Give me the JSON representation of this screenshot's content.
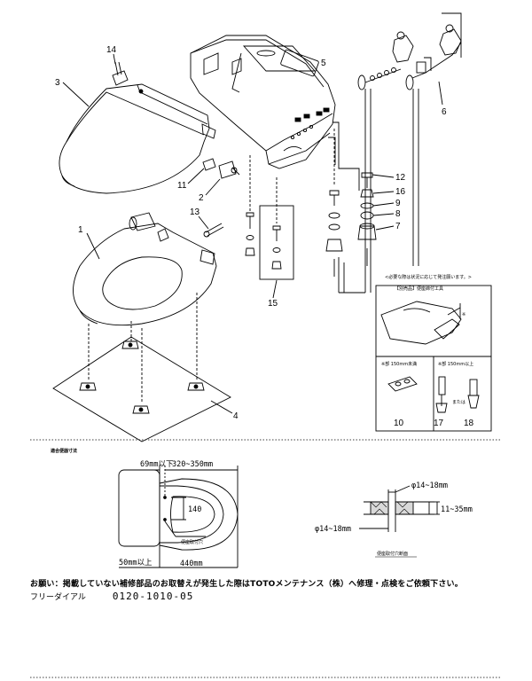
{
  "parts": {
    "p1": "1",
    "p2": "2",
    "p3": "3",
    "p4": "4",
    "p5": "5",
    "p6": "6",
    "p7": "7",
    "p8": "8",
    "p9": "9",
    "p10": "10",
    "p11": "11",
    "p12": "12",
    "p13": "13",
    "p14": "14",
    "p15": "15",
    "p16": "16",
    "p17": "17",
    "p18": "18"
  },
  "special_tools": {
    "note": "<必要な際は状況に応じて発注願います。>",
    "title": "【別売品】便座締付工具",
    "mark": "※",
    "left_header": "※部 150mm未満",
    "right_header": "※部 150mm以上",
    "or_text": "または"
  },
  "dimensions": {
    "section_title": "適合便器寸法",
    "d69": "69mm以下",
    "d320": "320~350mm",
    "d140": "140",
    "d50": "50mm以上",
    "d440": "440mm",
    "hole_label": "便座取付穴",
    "d14_top": "φ14~18mm",
    "d11": "11~35mm",
    "d14_bottom": "φ14~18mm",
    "section_label": "便座取付穴断面"
  },
  "footer": {
    "request": "お願い：掲載していない補修部品のお取替えが発生した際はTOTOメンテナンス（株）へ修理・点検をご依頼下さい。",
    "freedial_label": "フリーダイアル",
    "freedial_number": "0120-1010-05"
  }
}
